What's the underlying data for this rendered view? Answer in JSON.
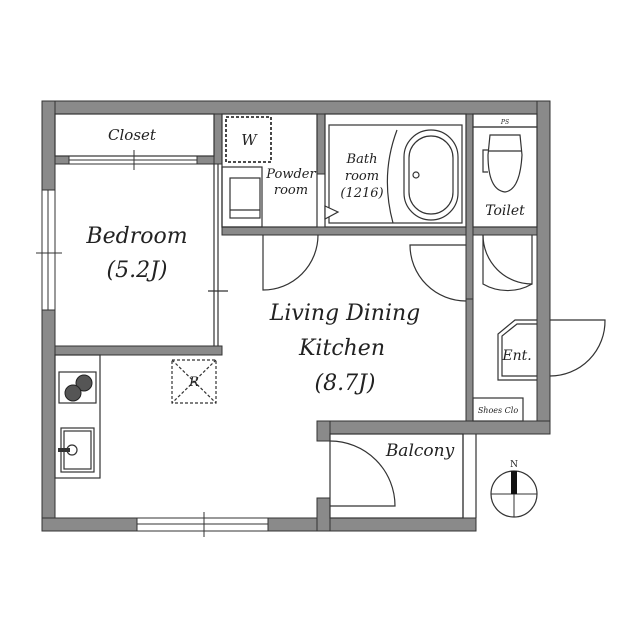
{
  "floorplan": {
    "colors": {
      "wall": "#8a8a8a",
      "line": "#333333",
      "background": "#ffffff"
    },
    "rooms": {
      "closet": {
        "label": "Closet"
      },
      "washer": {
        "label": "W"
      },
      "powder_room": {
        "line1": "Powder",
        "line2": "room"
      },
      "bathroom": {
        "line1": "Bath",
        "line2": "room",
        "size": "(1216)"
      },
      "toilet": {
        "label": "Toilet",
        "ps": "PS"
      },
      "bedroom": {
        "label": "Bedroom",
        "area": "(5.2J)"
      },
      "ldk": {
        "line1": "Living Dining",
        "line2": "Kitchen",
        "area": "(8.7J)"
      },
      "refrigerator": {
        "label": "R"
      },
      "entrance": {
        "label": "Ent."
      },
      "shoes_closet": {
        "label": "Shoes Clo"
      },
      "balcony": {
        "label": "Balcony"
      }
    },
    "compass": {
      "north": "N"
    }
  }
}
